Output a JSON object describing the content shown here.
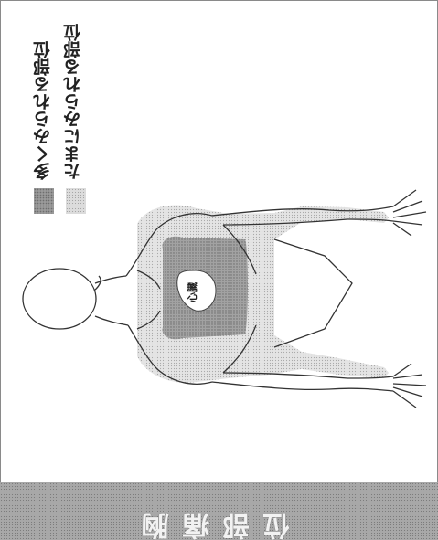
{
  "title": "胸痛部位",
  "legend": [
    {
      "label": "多くみられる部位",
      "shade": "dark"
    },
    {
      "label": "たまにみられる部位",
      "shade": "light"
    }
  ],
  "organ_label": "心臓",
  "colors": {
    "dark_shade": "#9a9a9a",
    "light_shade": "#dcdcdc",
    "title_band": "#a8a8a8",
    "outline": "#333333"
  }
}
